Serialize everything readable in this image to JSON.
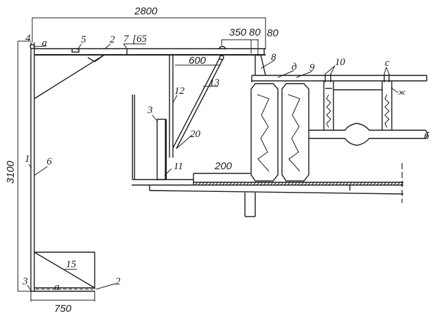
{
  "drawing": {
    "type": "technical-cross-section",
    "dimensions": {
      "top_length": "2800",
      "height": "3100",
      "bottom_width": "750",
      "arm_600": "600",
      "offset_350": "350",
      "offset_80a": "80",
      "offset_80b": "80",
      "floor_200": "200",
      "channel": "[65"
    },
    "labels": {
      "n1": "1",
      "n2_top": "2",
      "n2_bottom": "2",
      "n3_left": "3",
      "n3_mid": "3",
      "n4": "4",
      "n5": "5",
      "n6": "6",
      "n7": "7",
      "n8": "8",
      "n9": "9",
      "n10": "10",
      "n11": "11",
      "n12": "12",
      "n13": "13",
      "n15": "15",
      "n20": "20",
      "a_top": "а",
      "a_bottom": "а",
      "d": "д",
      "c": "с",
      "zh": "ж",
      "b": "б"
    }
  }
}
